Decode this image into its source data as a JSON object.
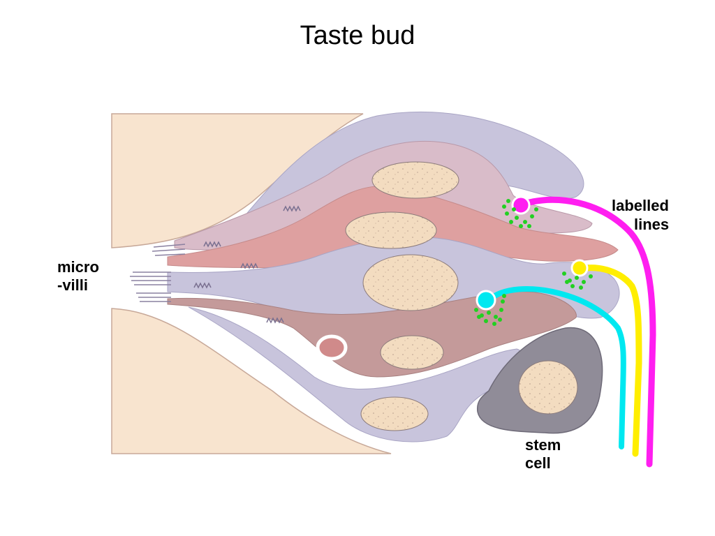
{
  "title": "Taste bud",
  "labels": {
    "microvilli_line1": "micro",
    "microvilli_line2": "-villi",
    "labelled_lines_line1": "labelled",
    "labelled_lines_line2": "lines",
    "stem_cell_line1": "stem",
    "stem_cell_line2": "cell"
  },
  "colors": {
    "epithelium": "#f8e4cf",
    "support_cell": "#c8c4dc",
    "receptor_cell_mauve": "#d9bcc9",
    "receptor_cell_pink": "#dea0a0",
    "receptor_cell_brown": "#c49a9a",
    "stem_cell": "#908c98",
    "nucleus": "#f3dcc0",
    "nerve_magenta": "#ff1ef0",
    "nerve_yellow": "#ffee00",
    "nerve_cyan": "#00e8f0",
    "synapse_vesicles": "#22d022"
  }
}
